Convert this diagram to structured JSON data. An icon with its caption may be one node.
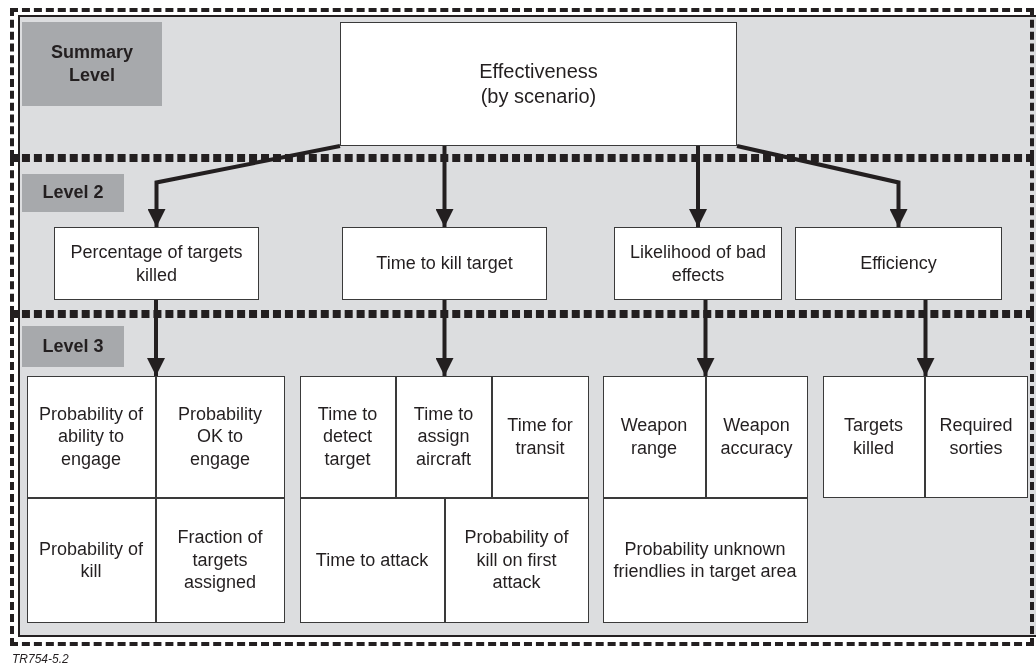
{
  "diagram": {
    "nodes": [
      {
        "text": [
          "Summary Level"
        ]
      },
      {
        "text": [
          "Level 2"
        ]
      },
      {
        "text": [
          "Level 3"
        ]
      },
      {
        "text": [
          "Effectiveness (by scenario)"
        ],
        "in": 0
      },
      {
        "text": [
          "Percentage of targets killed"
        ],
        "in": 1
      },
      {
        "text": [
          "Time to kill target"
        ],
        "in": 1
      },
      {
        "text": [
          "Likelihood of bad effects"
        ],
        "in": 1
      },
      {
        "text": [
          "Efficiency"
        ],
        "in": 1
      },
      {
        "text": [],
        "shape": "box",
        "in": 2
      },
      {
        "text": [
          "Probability of ability to engage"
        ],
        "in": 8
      },
      {
        "text": [
          "Probability OK to engage"
        ],
        "in": 8
      },
      {
        "text": [
          "Probability of kill"
        ],
        "in": 8
      },
      {
        "text": [
          "Fraction of targets assigned"
        ],
        "in": 8
      },
      {
        "text": [],
        "shape": "box",
        "in": 2
      },
      {
        "text": [
          "Time to detect target"
        ],
        "in": 13
      },
      {
        "text": [
          "Time to assign aircraft"
        ],
        "in": 13
      },
      {
        "text": [
          "Time for transit"
        ],
        "in": 13
      },
      {
        "text": [
          "Time to attack"
        ],
        "in": 13
      },
      {
        "text": [
          "Probability of kill on first attack"
        ],
        "in": 13
      },
      {
        "text": [],
        "shape": "box",
        "in": 2
      },
      {
        "text": [
          "Weapon range"
        ],
        "in": 19
      },
      {
        "text": [
          "Weapon accuracy"
        ],
        "in": 19
      },
      {
        "text": [
          "Probability unknown friendlies in target area"
        ],
        "in": 19
      },
      {
        "text": [],
        "shape": "box",
        "in": 2
      },
      {
        "text": [
          "Targets killed"
        ],
        "in": 23
      },
      {
        "text": [
          "Required sorties"
        ],
        "in": 23
      }
    ],
    "edges": [
      {
        "from": 3,
        "to": 4,
        "arrow": "to"
      },
      {
        "from": 3,
        "to": 5,
        "arrow": "to"
      },
      {
        "from": 3,
        "to": 6,
        "arrow": "to"
      },
      {
        "from": 3,
        "to": 7,
        "arrow": "to"
      },
      {
        "from": 4,
        "to": 8,
        "arrow": "to"
      },
      {
        "from": 5,
        "to": 13,
        "arrow": "to"
      },
      {
        "from": 6,
        "to": 19,
        "arrow": "to"
      },
      {
        "from": 7,
        "to": 23,
        "arrow": "to"
      }
    ],
    "labels": [
      "TR754-5.2"
    ]
  }
}
